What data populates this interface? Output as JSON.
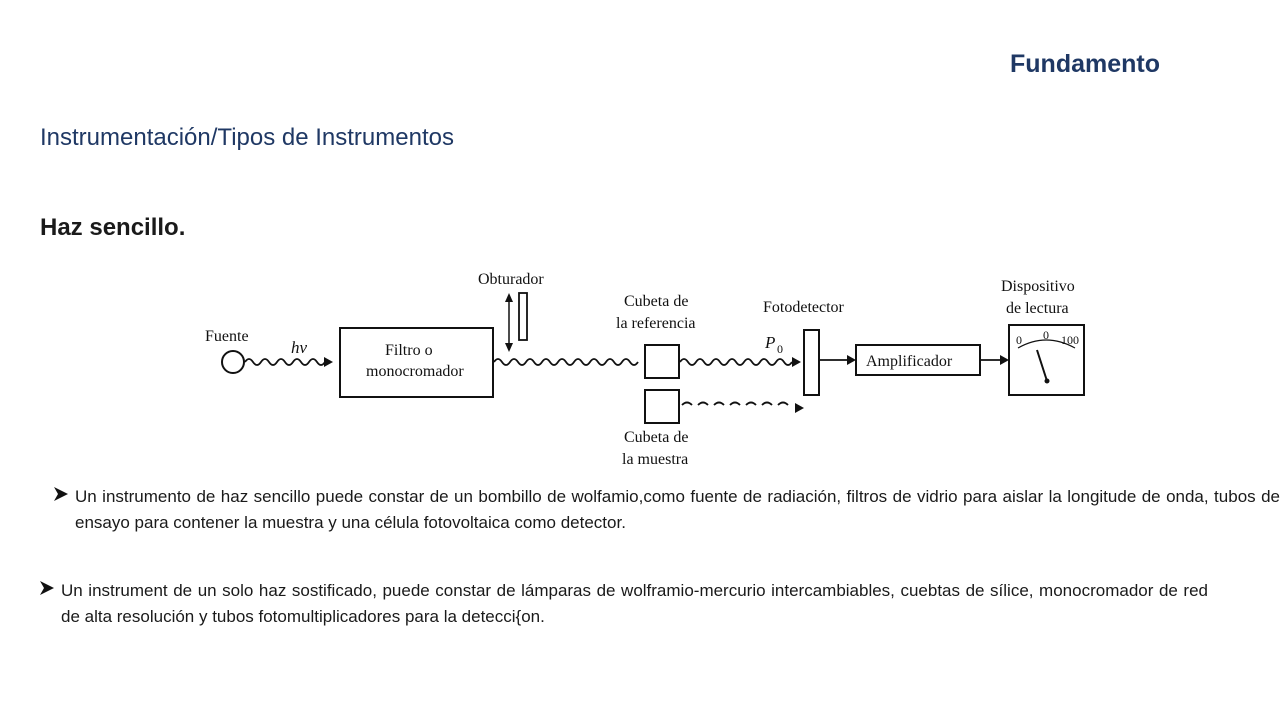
{
  "header": {
    "kicker": "Fundamento",
    "subtitle": "Instrumentación/Tipos de Instrumentos",
    "heading": "Haz sencillo."
  },
  "diagram": {
    "labels": {
      "source": "Fuente",
      "photon": "hv",
      "shutter": "Obturador",
      "filter_line1": "Filtro o",
      "filter_line2": "monocromador",
      "ref_cell_line1": "Cubeta de",
      "ref_cell_line2": "la referencia",
      "sample_cell_line1": "Cubeta de",
      "sample_cell_line2": "la muestra",
      "detector": "Fotodetector",
      "power": "P",
      "power_sub": "0",
      "amplifier": "Amplificador",
      "readout_line1": "Dispositivo",
      "readout_line2": "de lectura",
      "scale_min": "0",
      "scale_mid": "0",
      "scale_max": "100"
    }
  },
  "bullets": [
    "Un instrumento de haz sencillo puede constar de un bombillo de wolfamio,como fuente de radiación, filtros de vidrio para aislar la longitude de onda, tubos de ensayo para contener la muestra y una célula fotovoltaica como detector.",
    "Un instrument de un solo haz sostificado, puede constar de lámparas de wolframio-mercurio intercambiables, cuebtas de sílice, monocromador de red de alta resolución y tubos fotomultiplicadores para la detecci{on."
  ],
  "colors": {
    "title": "#1f3864",
    "text": "#1a1a1a"
  },
  "icons": {
    "bullet": "arrowhead-bullet-icon"
  }
}
